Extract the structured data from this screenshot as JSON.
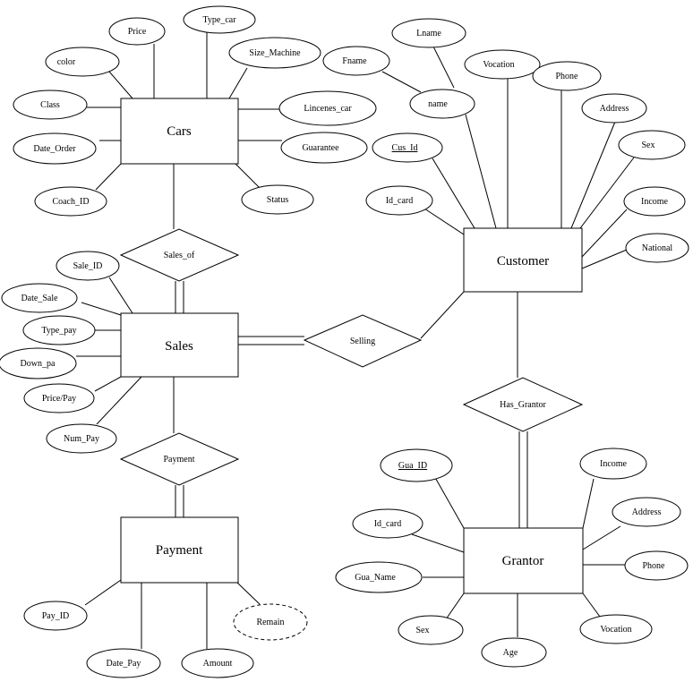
{
  "entities": {
    "cars": "Cars",
    "sales": "Sales",
    "customer": "Customer",
    "payment": "Payment",
    "grantor": "Grantor"
  },
  "relationships": {
    "sales_of": "Sales_of",
    "selling": "Selling",
    "payment": "Payment",
    "has_grantor": "Has_Grantor"
  },
  "attributes": {
    "cars": {
      "price": "Price",
      "type_car": "Type_car",
      "color": "color",
      "size_machine": "Size_Machine",
      "class": "Class",
      "lincenes_car": "Lincenes_car",
      "date_order": "Date_Order",
      "guarantee": "Guarantee",
      "coach_id": "Coach_ID",
      "status": "Status"
    },
    "sales": {
      "sale_id": "Sale_ID",
      "date_sale": "Date_Sale",
      "type_pay": "Type_pay",
      "down_pa": "Down_pa",
      "price_pay": "Price/Pay",
      "num_pay": "Num_Pay"
    },
    "customer": {
      "lname": "Lname",
      "fname": "Fname",
      "name": "name",
      "vocation": "Vocation",
      "phone": "Phone",
      "address": "Address",
      "cus_id": "Cus_Id",
      "sex": "Sex",
      "id_card": "Id_card",
      "income": "Income",
      "national": "National"
    },
    "payment": {
      "pay_id": "Pay_ID",
      "date_pay": "Date_Pay",
      "amount": "Amount",
      "remain": "Remain"
    },
    "grantor": {
      "gua_id": "Gua_ID",
      "income": "Income",
      "id_card": "Id_card",
      "address": "Address",
      "gua_name": "Gua_Name",
      "phone": "Phone",
      "sex": "Sex",
      "age": "Age",
      "vocation": "Vocation"
    }
  }
}
